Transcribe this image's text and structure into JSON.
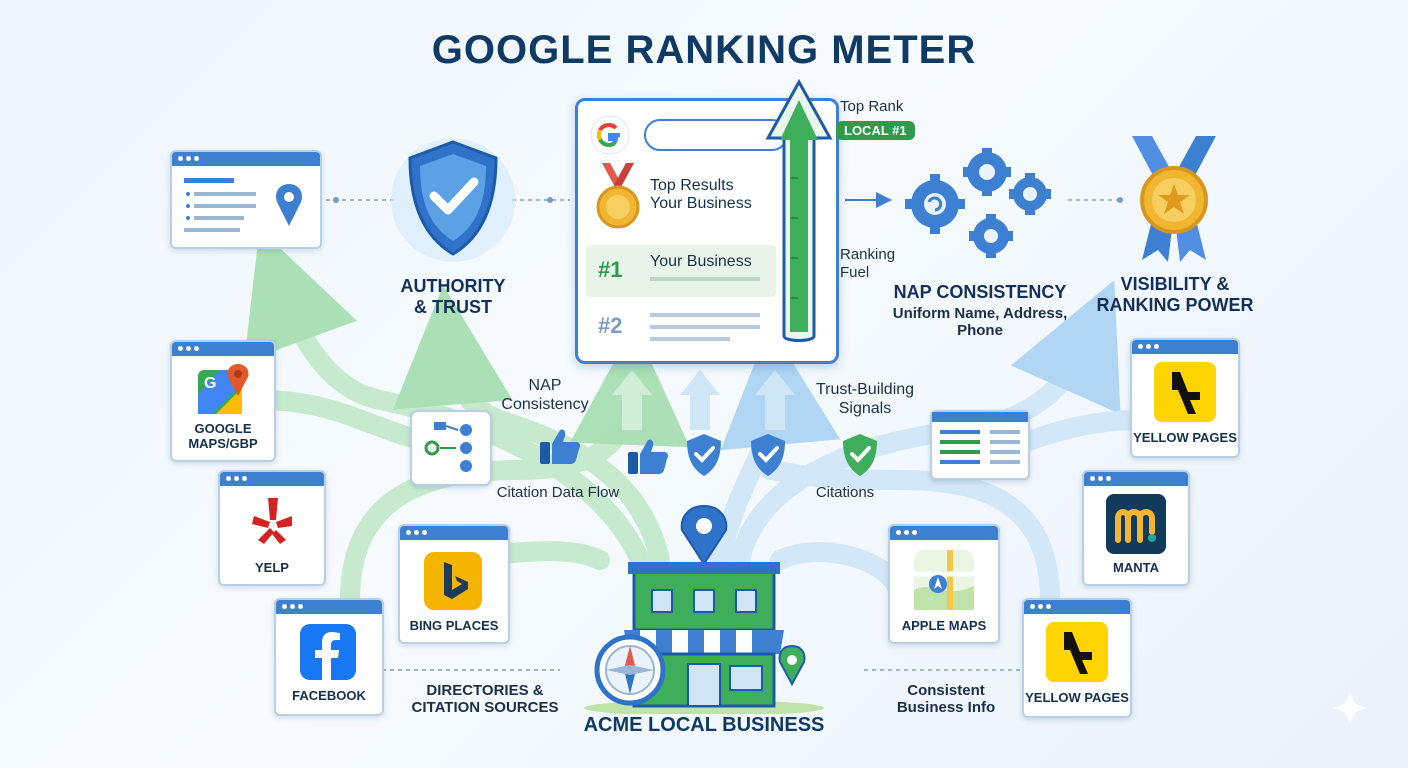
{
  "title": "GOOGLE RANKING METER",
  "meter": {
    "top_rank_label": "Top Rank",
    "local_badge": "LOCAL #1",
    "top_results_line1": "Top Results",
    "top_results_line2": "Your Business",
    "rank1_number": "#1",
    "rank1_name": "Your Business",
    "rank2_number": "#2",
    "fuel_label_line1": "Ranking",
    "fuel_label_line2": "Fuel"
  },
  "authority": {
    "line1": "AUTHORITY",
    "line2": "& TRUST"
  },
  "nap_gear": {
    "title": "NAP CONSISTENCY",
    "sub1": "Uniform Name, Address,",
    "sub2": "Phone"
  },
  "visibility": {
    "line1": "VISIBILITY &",
    "line2": "RANKING POWER"
  },
  "flow_labels": {
    "nap_consistency_1": "NAP",
    "nap_consistency_2": "Consistency",
    "trust_signals_1": "Trust-Building",
    "trust_signals_2": "Signals",
    "citation_data_flow": "Citation Data Flow",
    "citations": "Citations",
    "directories_1": "DIRECTORIES &",
    "directories_2": "CITATION SOURCES",
    "consistent_1": "Consistent",
    "consistent_2": "Business Info"
  },
  "business": {
    "name": "ACME LOCAL BUSINESS"
  },
  "sources": {
    "google_maps_1": "GOOGLE",
    "google_maps_2": "MAPS/GBP",
    "yelp": "YELP",
    "facebook": "FACEBOOK",
    "bing": "BING PLACES",
    "apple_maps": "APPLE MAPS",
    "yellow_pages_right": "YELLOW PAGES",
    "manta": "MANTA",
    "yellow_pages_bottom": "YELLOW PAGES"
  },
  "icons": {
    "google_g": "google-g-icon",
    "medal": "gold-medal-icon",
    "shield": "shield-check-icon",
    "gears": "gears-icon",
    "award": "award-ribbon-icon",
    "thumbs": "thumbs-up-icon",
    "pin": "map-pin-icon",
    "storefront": "storefront-icon",
    "compass": "compass-icon"
  },
  "colors": {
    "primary_blue": "#3d7fd1",
    "flow_green": "#9fdcaa",
    "flow_blue": "#a9d3f2",
    "accent_green": "#2e9a4a",
    "title_navy": "#0f3a63",
    "gold": "#f2b632"
  }
}
